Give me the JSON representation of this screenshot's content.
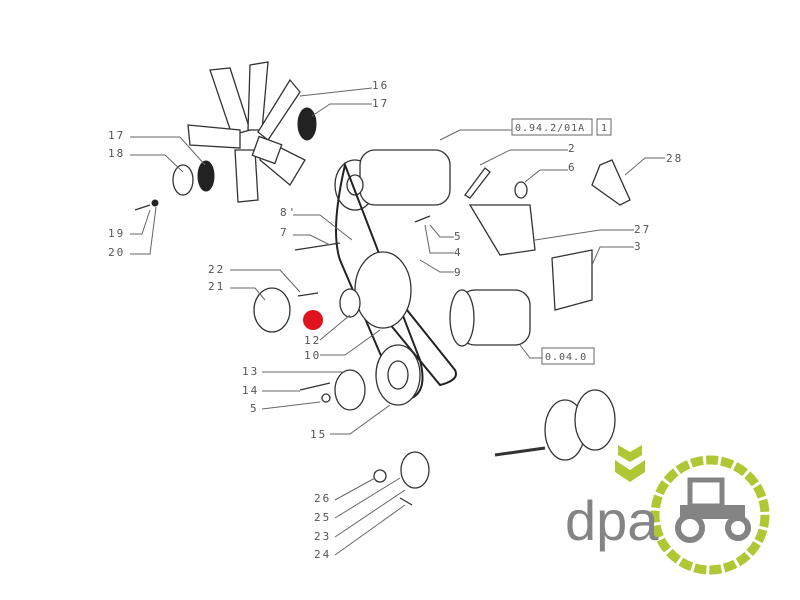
{
  "diagram": {
    "callouts": {
      "c16": "16",
      "c17a": "17",
      "c17b": "17",
      "c18": "18",
      "c19": "19",
      "c20": "20",
      "c8p": "8'",
      "c7": "7",
      "c22": "22",
      "c21": "21",
      "c12": "12",
      "c10": "10",
      "c13": "13",
      "c14": "14",
      "c5a": "5",
      "c15": "15",
      "c2": "2",
      "c6": "6",
      "c28": "28",
      "c5b": "5",
      "c4": "4",
      "c9": "9",
      "c27": "27",
      "c3": "3",
      "c26": "26",
      "c25": "25",
      "c23": "23",
      "c24": "24"
    },
    "ref_boxes": {
      "compressor_ref": "0.94.2/01A",
      "compressor_sheet": "1",
      "starter_ref": "0.04.0"
    },
    "highlight_color": "#e0141e"
  },
  "logo": {
    "text": "dpa",
    "green": "#a6c21e",
    "gray": "#777777"
  }
}
